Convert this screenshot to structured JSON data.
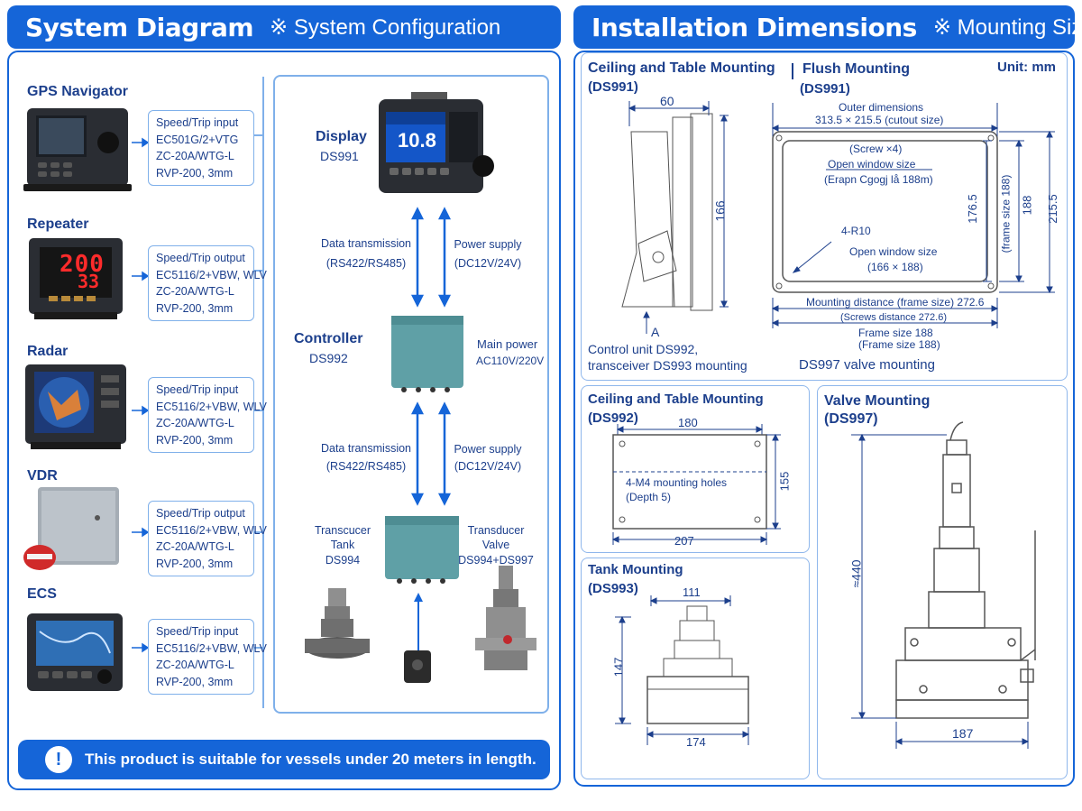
{
  "left_header": {
    "title": "System Diagram",
    "subtitle": "※ System Configuration"
  },
  "right_header": {
    "title": "Installation Dimensions",
    "subtitle": "※ Mounting Size"
  },
  "devices": [
    {
      "name": "GPS Navigator",
      "spec": [
        "Speed/Trip input",
        "EC501G/2+VTG",
        "ZC-20A/WTG-L",
        "RVP-200, 3mm"
      ]
    },
    {
      "name": "Repeater",
      "spec": [
        "Speed/Trip output",
        "EC5116/2+VBW, WLV",
        "ZC-20A/WTG-L",
        "RVP-200, 3mm"
      ]
    },
    {
      "name": "Radar",
      "spec": [
        "Speed/Trip input",
        "EC5116/2+VBW, WLV",
        "ZC-20A/WTG-L",
        "RVP-200, 3mm"
      ]
    },
    {
      "name": "VDR",
      "spec": [
        "Speed/Trip output",
        "EC5116/2+VBW, WLV",
        "ZC-20A/WTG-L",
        "RVP-200, 3mm"
      ]
    },
    {
      "name": "ECS",
      "spec": [
        "Speed/Trip input",
        "EC5116/2+VBW, WLV",
        "ZC-20A/WTG-L",
        "RVP-200, 3mm"
      ]
    }
  ],
  "system": {
    "display_title": "Display",
    "display_model": "DS991",
    "display_value": "10.8",
    "repeater_value_top": "200",
    "repeater_value_bottom": "33",
    "data_tx_1": "Data transmission",
    "data_tx_1_sub": "(RS422/RS485)",
    "power_1": "Power supply",
    "power_1_sub": "(DC12V/24V)",
    "controller_title": "Controller",
    "controller_model": "DS992",
    "main_power": "Main power",
    "main_power_sub": "AC110V/220V",
    "data_tx_2": "Data transmission",
    "data_tx_2_sub": "(RS422/RS485)",
    "power_2": "Power supply",
    "power_2_sub": "(DC12V/24V)",
    "tank_t1": "Transcucer",
    "tank_t2": "Tank",
    "tank_t3": "DS994",
    "valve_t1": "Transducer",
    "valve_t2": "Valve",
    "valve_t3": "DS994+DS997"
  },
  "footer": {
    "icon": "!",
    "text": "This product is suitable for vessels under 20 meters in length."
  },
  "dims": {
    "unit": "Unit: mm",
    "ceil1_title": "Ceiling and Table Mounting",
    "ceil1_model": "(DS991)",
    "flush_title": "Flush Mounting",
    "flush_model": "(DS991)",
    "d60": "60",
    "d166": "166",
    "arrow_a": "A",
    "control_note_1": "Control unit DS992,",
    "control_note_2": "transceiver DS993 mounting",
    "outer_dim": "Outer dimensions",
    "outer_dim_2": "313.5 × 215.5 (cutout size)",
    "screw": "(Screw ×4)",
    "open_window": "Open window size",
    "open_window_2": "(Erapn Cgogj lå 188m)",
    "r10": "4-R10",
    "open_window_b": "Open window size",
    "open_window_b2": "(166 × 188)",
    "d1765": "176.5",
    "frame188": "(frame size 188)",
    "d188": "188",
    "d2155": "215.5",
    "mount_dist": "Mounting distance (frame size) 272.6",
    "screw_dist": "(Screws distance 272.6)",
    "frame_size": "Frame size 188",
    "frame_size_2": "(Frame size 188)",
    "valve_note": "DS997 valve mounting",
    "ceil2_title": "Ceiling and Table Mounting",
    "ceil2_model": "(DS992)",
    "d180": "180",
    "holes": "4-M4 mounting holes",
    "holes_2": "(Depth 5)",
    "d155": "155",
    "d207": "207",
    "tank_title": "Tank Mounting",
    "tank_model": "(DS993)",
    "d111": "111",
    "d147": "147",
    "d174": "174",
    "valve_title": "Valve Mounting",
    "valve_model": "(DS997)",
    "d440": "≈440",
    "d187": "187"
  }
}
